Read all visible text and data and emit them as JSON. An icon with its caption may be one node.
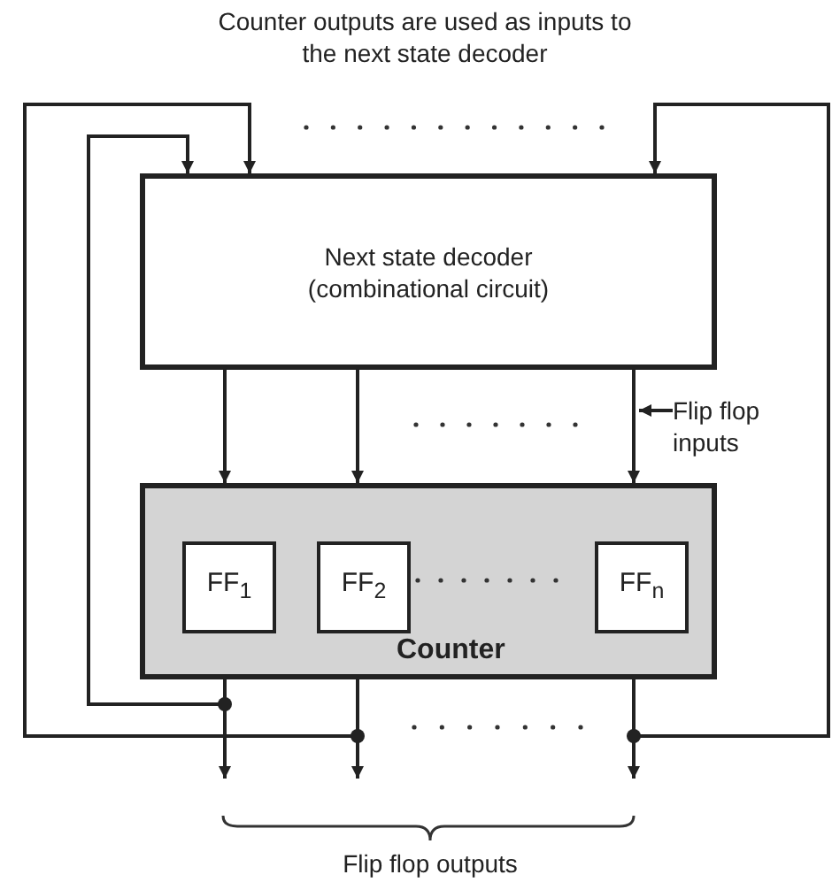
{
  "diagram": {
    "nodes": [
      {
        "text": [
          "Next state decoder (combinational circuit)"
        ]
      },
      {
        "text": [
          "Counter"
        ]
      },
      {
        "text": [
          "FF$_{1}$"
        ],
        "in": 1
      },
      {
        "text": [
          "FF$_{2}$"
        ],
        "in": 1
      },
      {
        "text": [
          "FF$_{n}$"
        ],
        "in": 1
      },
      {
        "text": [
          "Flip flop inputs"
        ]
      }
    ],
    "edges": [
      {
        "from": 0,
        "to": 1,
        "arrow": "to"
      },
      {
        "from": 0,
        "to": 1,
        "arrow": "to"
      },
      {
        "from": 0,
        "to": 1,
        "arrow": "to"
      },
      {
        "from": 1,
        "to": null,
        "arrow": "to"
      },
      {
        "from": 1,
        "to": null,
        "arrow": "to"
      },
      {
        "from": 1,
        "to": null,
        "arrow": "to"
      },
      {
        "from": 1,
        "to": 0,
        "arrow": "to"
      },
      {
        "from": 1,
        "to": 0,
        "arrow": "to"
      },
      {
        "from": 1,
        "to": 0,
        "arrow": "to"
      },
      {
        "from": 5,
        "to": null,
        "arrow": "to"
      }
    ],
    "labels": [
      "Counter outputs are used as inputs to the next state decoder",
      "Flip flop outputs"
    ]
  }
}
